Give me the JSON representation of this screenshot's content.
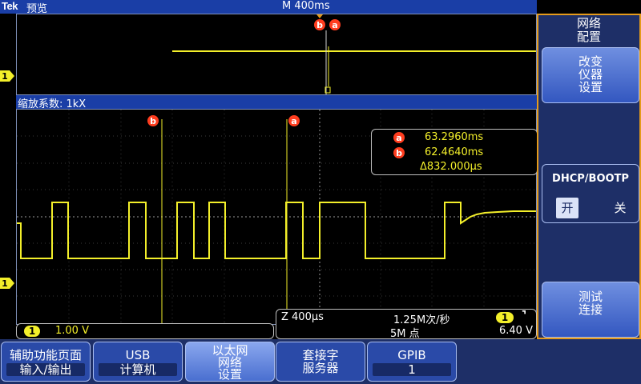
{
  "topbar": {
    "brand": "Tek",
    "mode": "预览",
    "timebase": "M 400ms"
  },
  "overview": {
    "cursor_b": "b",
    "cursor_a": "a"
  },
  "zoom": {
    "label": "缩放系数: 1kX"
  },
  "channel_marker": "1",
  "main": {
    "cursor_b": "b",
    "cursor_a": "a",
    "readout": {
      "a_label": "a",
      "a_value": "63.2960ms",
      "b_label": "b",
      "b_value": "62.4640ms",
      "delta": "Δ832.000µs"
    }
  },
  "channel_scale": {
    "channel": "1",
    "value": "1.00 V"
  },
  "acquisition": {
    "zoom_time": "Z 400µs",
    "sample_rate": "1.25M次/秒",
    "record_length": "5M 点",
    "trigger_channel": "1",
    "trigger_slope": "⌝",
    "trigger_level": "6.40 V"
  },
  "side_menu": {
    "title_line1": "网络",
    "title_line2": "配置",
    "change": [
      "改变",
      "仪器",
      "设置"
    ],
    "dhcp_label": "DHCP/BOOTP",
    "dhcp_on": "开",
    "dhcp_off": "关",
    "test": [
      "测试",
      "连接"
    ]
  },
  "bottom_menu": {
    "aux": {
      "top": "辅助功能页面",
      "bottom": "输入/输出"
    },
    "usb": {
      "top": "USB",
      "bottom": "计算机"
    },
    "eth": {
      "line1": "以太网",
      "line2": "网络",
      "line3": "设置"
    },
    "sock": {
      "line1": "套接字",
      "line2": "服务器"
    },
    "gpib": {
      "top": "GPIB",
      "bottom": "1"
    }
  },
  "colors": {
    "trace": "#f3ef2a",
    "cursor_badge": "#ff3d1f",
    "menu_bg": "#1e2f67",
    "highlight_border": "#e59b1b"
  }
}
